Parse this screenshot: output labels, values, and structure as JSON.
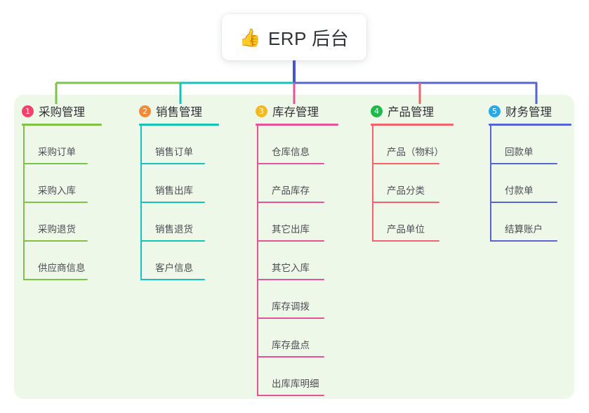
{
  "root": {
    "icon": "thumbs-up-icon",
    "emoji": "👍",
    "title": "ERP 后台"
  },
  "panel": {
    "background": "#eef8e8"
  },
  "columns": [
    {
      "number": "1",
      "title": "采购管理",
      "badge_color": "#f2426a",
      "line_color": "#7ec24a",
      "items": [
        "采购订单",
        "采购入库",
        "采购退货",
        "供应商信息"
      ]
    },
    {
      "number": "2",
      "title": "销售管理",
      "badge_color": "#f08b36",
      "line_color": "#14c4b9",
      "items": [
        "销售订单",
        "销售出库",
        "销售退货",
        "客户信息"
      ]
    },
    {
      "number": "3",
      "title": "库存管理",
      "badge_color": "#f5b825",
      "line_color": "#e8529a",
      "items": [
        "仓库信息",
        "产品库存",
        "其它出库",
        "其它入库",
        "库存调拨",
        "库存盘点",
        "出库库明细"
      ]
    },
    {
      "number": "4",
      "title": "产品管理",
      "badge_color": "#21b84c",
      "line_color": "#f4616a",
      "items": [
        "产品（物料）",
        "产品分类",
        "产品单位"
      ]
    },
    {
      "number": "5",
      "title": "财务管理",
      "badge_color": "#2aa8e8",
      "line_color": "#5566cc",
      "items": [
        "回款单",
        "付款单",
        "结算账户"
      ]
    }
  ],
  "connectors": {
    "stem_color": "#4a55c4",
    "bus_segments": [
      {
        "name": "bus-green",
        "color": "#7ec24a"
      },
      {
        "name": "bus-teal",
        "color": "#14c4b9"
      },
      {
        "name": "bus-blue",
        "color": "#5566cc"
      }
    ],
    "drops": [
      {
        "name": "drop-purchase",
        "color": "#7ec24a"
      },
      {
        "name": "drop-sales",
        "color": "#14c4b9"
      },
      {
        "name": "drop-inventory",
        "color": "#e8529a"
      },
      {
        "name": "drop-product",
        "color": "#f4616a"
      },
      {
        "name": "drop-finance",
        "color": "#5566cc"
      }
    ]
  }
}
